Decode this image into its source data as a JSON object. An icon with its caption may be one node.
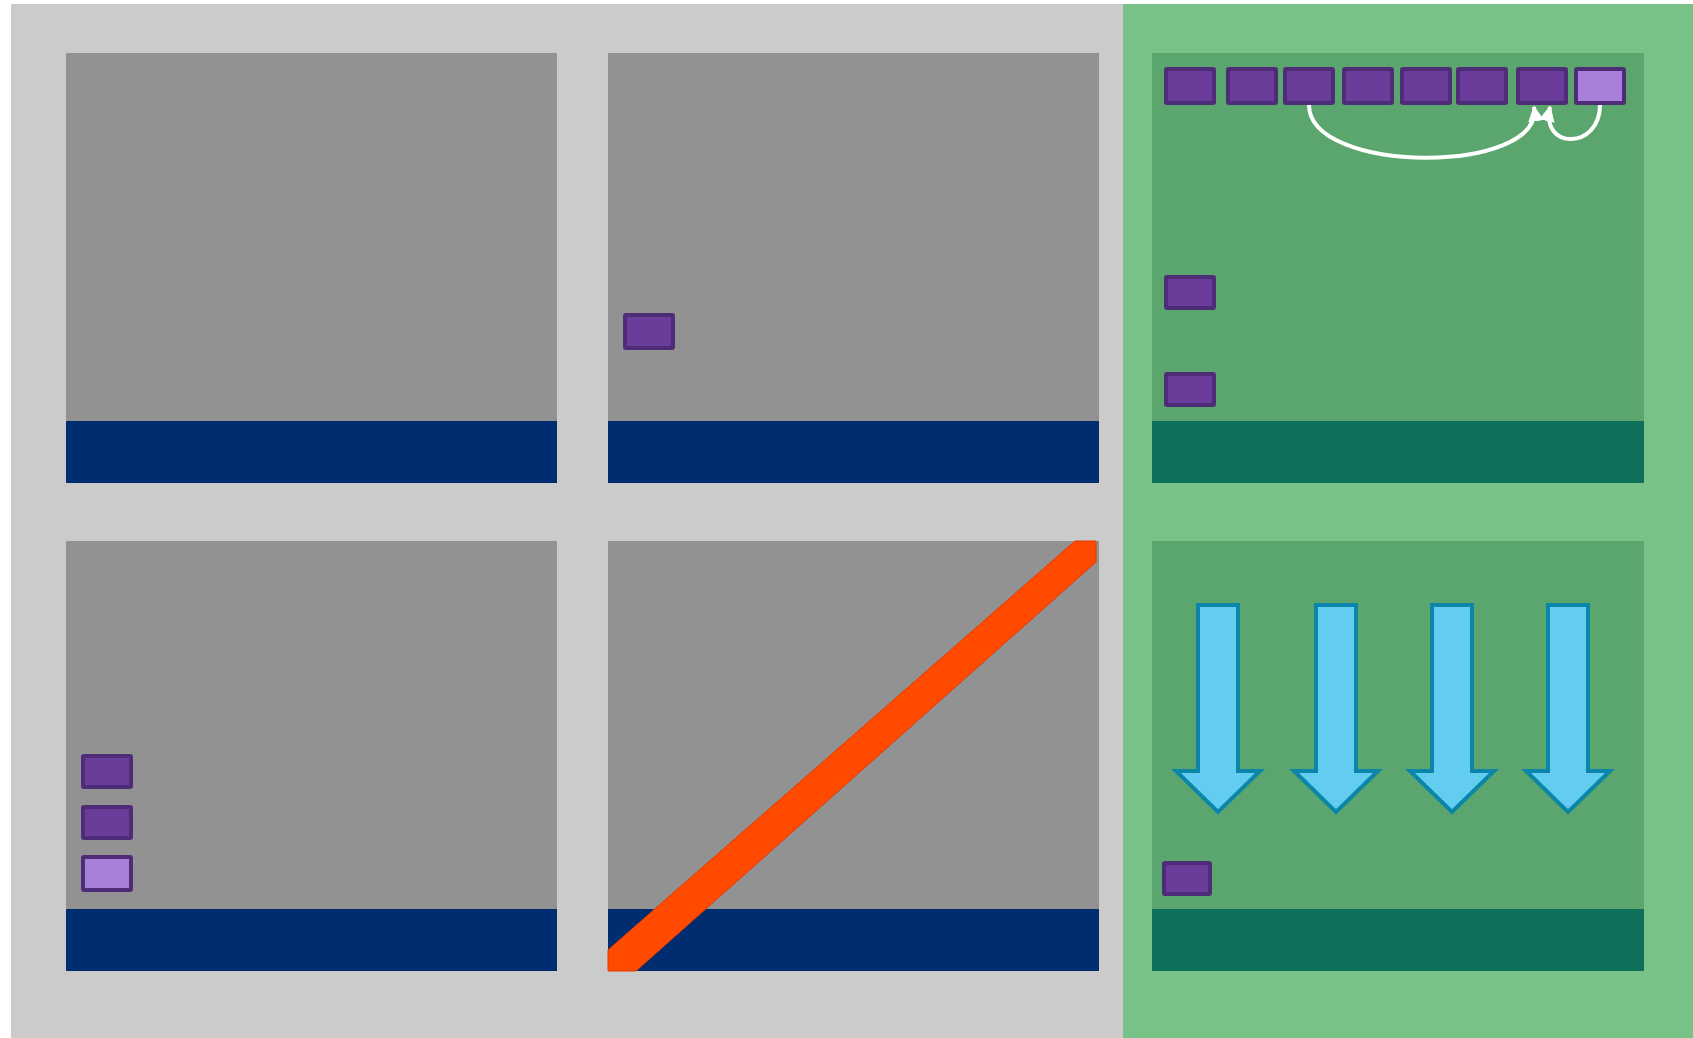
{
  "diagram": {
    "nodes": [
      {
        "text": [],
        "shape": "box"
      },
      {
        "text": [],
        "shape": "box"
      },
      {
        "text": [],
        "shape": "box"
      },
      {
        "text": [],
        "shape": "box"
      },
      {
        "text": [],
        "shape": "box"
      },
      {
        "text": [],
        "shape": "box"
      },
      {
        "text": [],
        "shape": "box"
      },
      {
        "text": [],
        "shape": "box"
      },
      {
        "text": [],
        "shape": "box"
      },
      {
        "text": [],
        "shape": "box"
      },
      {
        "text": [],
        "shape": "box"
      },
      {
        "text": [],
        "shape": "box"
      },
      {
        "text": [],
        "shape": "box"
      },
      {
        "text": [],
        "shape": "box"
      },
      {
        "text": [],
        "shape": "box"
      }
    ],
    "edges": [
      {
        "from": 3,
        "to": 7,
        "arrow": "to"
      },
      {
        "from": 8,
        "to": 7,
        "arrow": "to"
      }
    ]
  }
}
